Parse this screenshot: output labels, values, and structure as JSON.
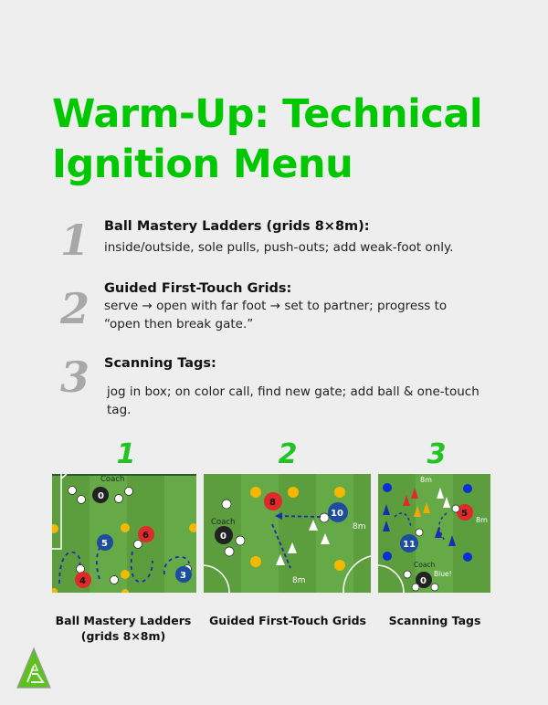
{
  "page": {
    "title_line1": "Warm-Up: Technical",
    "title_line2": "Ignition Menu",
    "accent_color": "#00c800"
  },
  "items": [
    {
      "number": "1",
      "heading": "Ball Mastery Ladders (grids 8×8m):",
      "body": "inside/outside, sole pulls, push-outs; add weak-foot only."
    },
    {
      "number": "2",
      "heading": "Guided First-Touch Grids:",
      "body_line1": "serve → open with far foot → set to partner; progress to",
      "body_line2": "“open then break gate.”"
    },
    {
      "number": "3",
      "heading": "Scanning Tags:",
      "body_line1": "jog in box; on color call, find new gate; add ball & one-touch",
      "body_line2": "tag."
    }
  ],
  "diagrams": [
    {
      "number": "1",
      "caption_line1": "Ball Mastery Ladders",
      "caption_line2": "(grids 8×8m)",
      "labels": {
        "coach": "Coach",
        "players": [
          "0",
          "5",
          "6",
          "4",
          "3"
        ]
      }
    },
    {
      "number": "2",
      "caption_line1": "Guided First-Touch Grids",
      "labels": {
        "coach": "Coach",
        "players": [
          "0",
          "8",
          "10"
        ],
        "dim_side": "8m",
        "dim_bottom": "8m"
      }
    },
    {
      "number": "3",
      "caption_line1": "Scanning Tags",
      "labels": {
        "coach": "Coach",
        "call": "Blue!",
        "players": [
          "0",
          "11",
          "5"
        ],
        "dim_top": "8m",
        "dim_side": "8m"
      }
    }
  ],
  "logo": {
    "icon": "lb-triangle-logo",
    "color": "#5ec21e"
  }
}
